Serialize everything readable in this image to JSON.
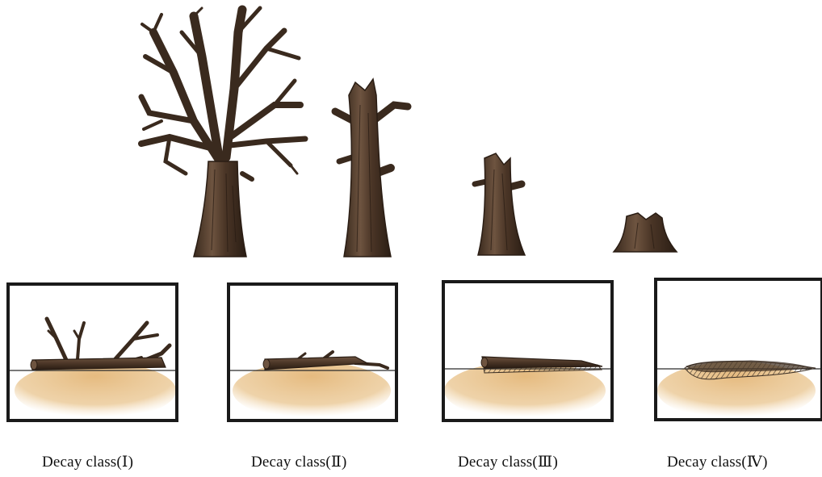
{
  "colors": {
    "bark_dark": "#2f2218",
    "bark_mid": "#4a3526",
    "bark_light": "#6e5440",
    "soil": "#e4b779",
    "frame": "#1a1a1a",
    "ground_line": "#2a2a2a",
    "decayed_wood": "#5b4a3a"
  },
  "panels": [
    {
      "caption": "Decay class(Ⅰ)",
      "stage": "standing-dead-tree-with-branches / fallen-log-with-branches"
    },
    {
      "caption": "Decay class(Ⅱ)",
      "stage": "broken-snag / log-with-few-stubs"
    },
    {
      "caption": "Decay class(Ⅲ)",
      "stage": "short-snag / flattened-log"
    },
    {
      "caption": "Decay class(Ⅳ)",
      "stage": "stump / crumbling-log"
    }
  ]
}
